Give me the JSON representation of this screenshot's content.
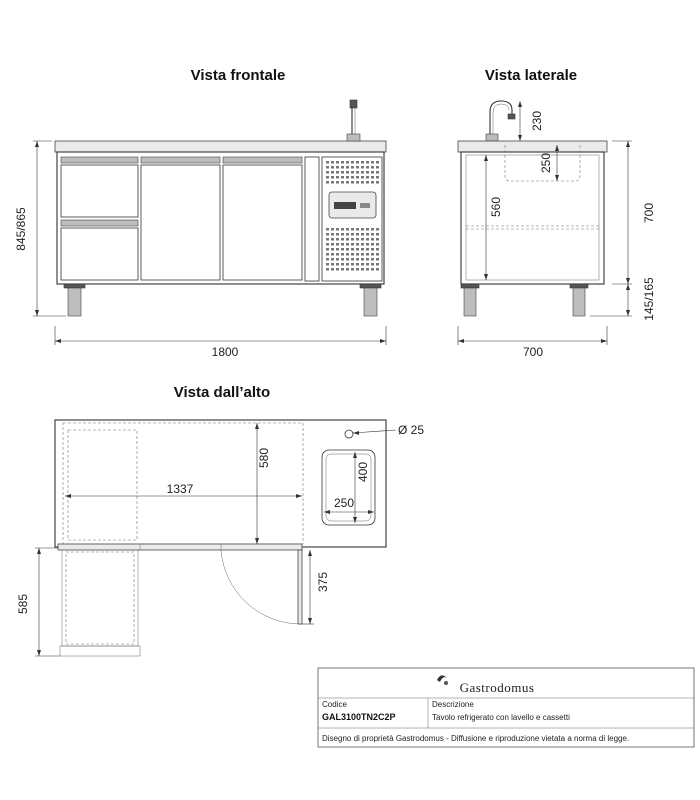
{
  "views": {
    "front_title": "Vista frontale",
    "side_title": "Vista laterale",
    "top_title": "Vista dall’alto"
  },
  "dimensions": {
    "front_height": "845/865",
    "front_width": "1800",
    "side_tap_height": "230",
    "side_basin_depth": "250",
    "side_inner_height": "560",
    "side_height": "700",
    "side_leg_height": "145/165",
    "side_width": "700",
    "top_hole": "Ø 25",
    "top_inner_depth": "580",
    "top_inner_width": "1337",
    "top_basin_length": "400",
    "top_basin_width": "250",
    "top_door_swing": "375",
    "top_drawer_extension": "585"
  },
  "title_block": {
    "brand": "Gastrodomus",
    "code_label": "Codice",
    "code_value": "GAL3100TN2C2P",
    "desc_label": "Descrizione",
    "desc_value": "Tavolo refrigerato con lavello e cassetti",
    "footer": "Disegno di proprietà Gastrodomus -  Diffusione e riproduzione vietata a norma di legge."
  }
}
